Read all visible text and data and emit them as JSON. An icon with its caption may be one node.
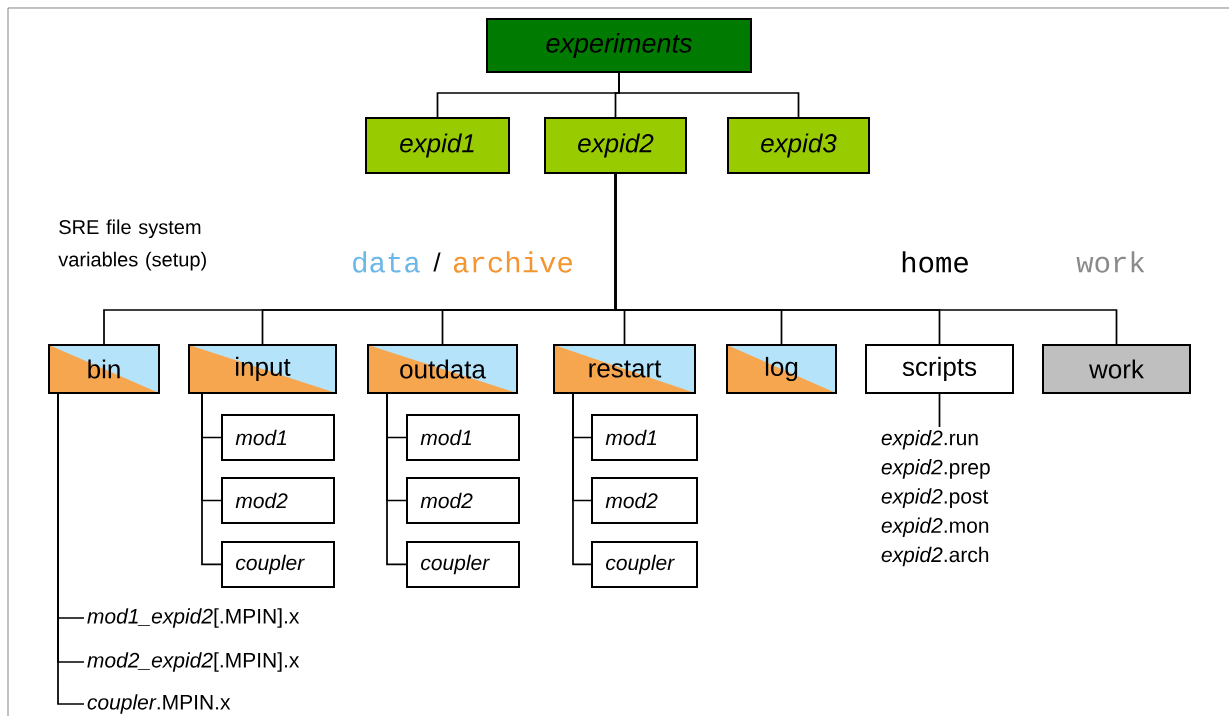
{
  "diagram": {
    "nodes": [
      {
        "text": [
          "experiments"
        ]
      },
      {
        "text": [
          "expid1"
        ]
      },
      {
        "text": [
          "expid2"
        ]
      },
      {
        "text": [
          "expid3"
        ]
      },
      {
        "text": [
          "bin"
        ]
      },
      {
        "text": [
          "input"
        ]
      },
      {
        "text": [
          "outdata"
        ]
      },
      {
        "text": [
          "restart"
        ]
      },
      {
        "text": [
          "log"
        ]
      },
      {
        "text": [
          "scripts"
        ]
      },
      {
        "text": [
          "work"
        ]
      },
      {
        "text": [
          "mod1"
        ]
      },
      {
        "text": [
          "mod2"
        ]
      },
      {
        "text": [
          "coupler"
        ]
      },
      {
        "text": [
          "mod1"
        ]
      },
      {
        "text": [
          "mod2"
        ]
      },
      {
        "text": [
          "coupler"
        ]
      },
      {
        "text": [
          "mod1"
        ]
      },
      {
        "text": [
          "mod2"
        ]
      },
      {
        "text": [
          "coupler"
        ]
      },
      {
        "text": [
          "*mod1_expid2*[.MPIN].x"
        ]
      },
      {
        "text": [
          "*mod2_expid2*[.MPIN].x"
        ]
      },
      {
        "text": [
          "*coupler*.MPIN.x"
        ]
      },
      {
        "text": [
          "*expid2*.run",
          "*expid2*.prep",
          "*expid2*.post",
          "*expid2*.mon",
          "*expid2*.arch"
        ]
      }
    ],
    "edges": [
      {
        "from": 0,
        "to": 1,
        "arrow": "none"
      },
      {
        "from": 0,
        "to": 2,
        "arrow": "none"
      },
      {
        "from": 0,
        "to": 3,
        "arrow": "none"
      },
      {
        "from": 2,
        "to": 4,
        "arrow": "none"
      },
      {
        "from": 2,
        "to": 5,
        "arrow": "none"
      },
      {
        "from": 2,
        "to": 6,
        "arrow": "none"
      },
      {
        "from": 2,
        "to": 7,
        "arrow": "none"
      },
      {
        "from": 2,
        "to": 8,
        "arrow": "none"
      },
      {
        "from": 2,
        "to": 9,
        "arrow": "none"
      },
      {
        "from": 2,
        "to": 10,
        "arrow": "none"
      },
      {
        "from": 5,
        "to": 11,
        "arrow": "none"
      },
      {
        "from": 5,
        "to": 12,
        "arrow": "none"
      },
      {
        "from": 5,
        "to": 13,
        "arrow": "none"
      },
      {
        "from": 6,
        "to": 14,
        "arrow": "none"
      },
      {
        "from": 6,
        "to": 15,
        "arrow": "none"
      },
      {
        "from": 6,
        "to": 16,
        "arrow": "none"
      },
      {
        "from": 7,
        "to": 17,
        "arrow": "none"
      },
      {
        "from": 7,
        "to": 18,
        "arrow": "none"
      },
      {
        "from": 7,
        "to": 19,
        "arrow": "none"
      },
      {
        "from": 4,
        "to": 20,
        "arrow": "none"
      },
      {
        "from": 4,
        "to": 21,
        "arrow": "none"
      },
      {
        "from": 4,
        "to": 22,
        "arrow": "none"
      },
      {
        "from": 9,
        "to": 23,
        "arrow": "none"
      }
    ],
    "labels": [
      "SRE file system variables (setup)",
      "data",
      "/",
      "archive",
      "home",
      "work"
    ]
  }
}
